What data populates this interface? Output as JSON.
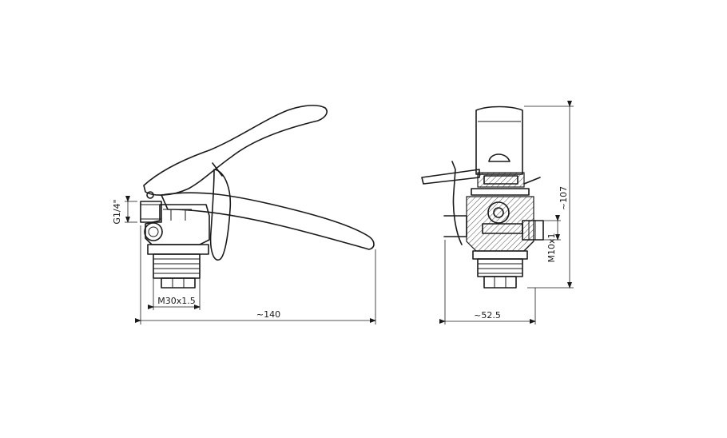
{
  "colors": {
    "line": "#1a1a1a",
    "background": "#ffffff"
  },
  "side_view": {
    "dim_thread_pipe": "G1/4\"",
    "dim_thread_neck": "M30x1.5",
    "dim_length": "~140"
  },
  "front_view": {
    "dim_width": "~52.5",
    "dim_height": "~107",
    "dim_thread_port": "M10x1"
  }
}
